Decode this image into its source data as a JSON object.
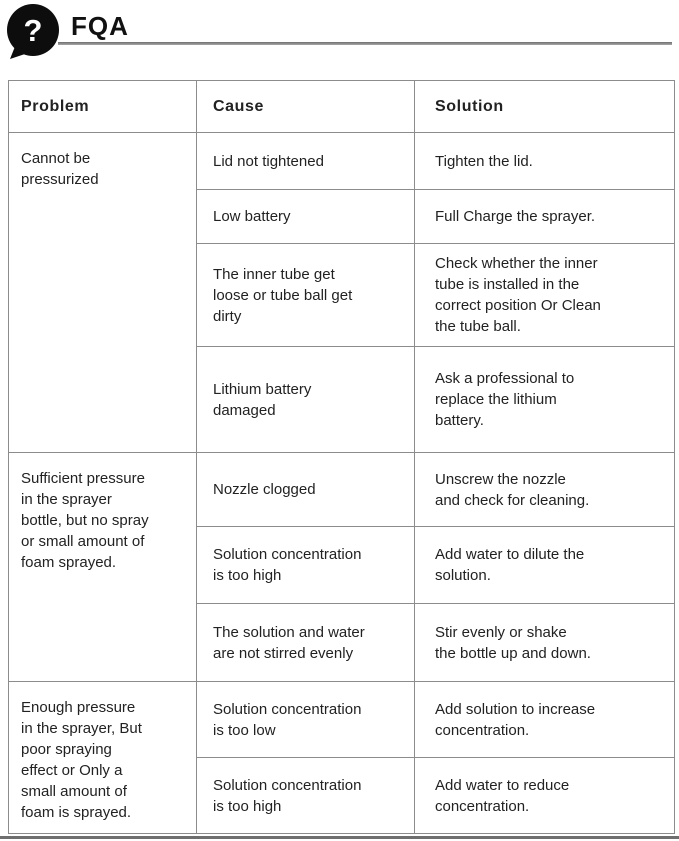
{
  "header": {
    "title": "FQA",
    "icon_glyph": "?"
  },
  "table": {
    "columns": [
      "Problem",
      "Cause",
      "Solution"
    ],
    "groups": [
      {
        "problem": "Cannot be\npressurized",
        "rows": [
          {
            "cause": "Lid not tightened",
            "solution": "Tighten the lid."
          },
          {
            "cause": "Low battery",
            "solution": "Full Charge the sprayer."
          },
          {
            "cause": "The inner tube get\nloose or tube ball get\ndirty",
            "solution": "Check whether the inner\ntube is installed in the\ncorrect position Or Clean\nthe tube ball."
          },
          {
            "cause": "Lithium battery\ndamaged",
            "solution": "Ask a professional to\nreplace the lithium\nbattery."
          }
        ]
      },
      {
        "problem": "Sufficient pressure\nin the sprayer\nbottle, but no spray\nor small amount of\nfoam sprayed.",
        "rows": [
          {
            "cause": "Nozzle clogged",
            "solution": "Unscrew the nozzle\nand check for cleaning."
          },
          {
            "cause": "Solution concentration\nis too high",
            "solution": "Add water to dilute the\nsolution."
          },
          {
            "cause": "The solution and water\nare not stirred evenly",
            "solution": "Stir evenly or shake\nthe bottle up and down."
          }
        ]
      },
      {
        "problem": "Enough pressure\nin the sprayer, But\npoor spraying\neffect or Only a\nsmall amount of\nfoam is sprayed.",
        "rows": [
          {
            "cause": "Solution concentration\nis too low",
            "solution": "Add solution to increase\nconcentration."
          },
          {
            "cause": "Solution concentration\nis too high",
            "solution": "Add water to reduce\nconcentration."
          }
        ]
      }
    ]
  },
  "colors": {
    "text": "#222222",
    "border": "#8c8c8c",
    "icon_fill": "#0d0d0d",
    "rule": "#7d7d7d"
  }
}
